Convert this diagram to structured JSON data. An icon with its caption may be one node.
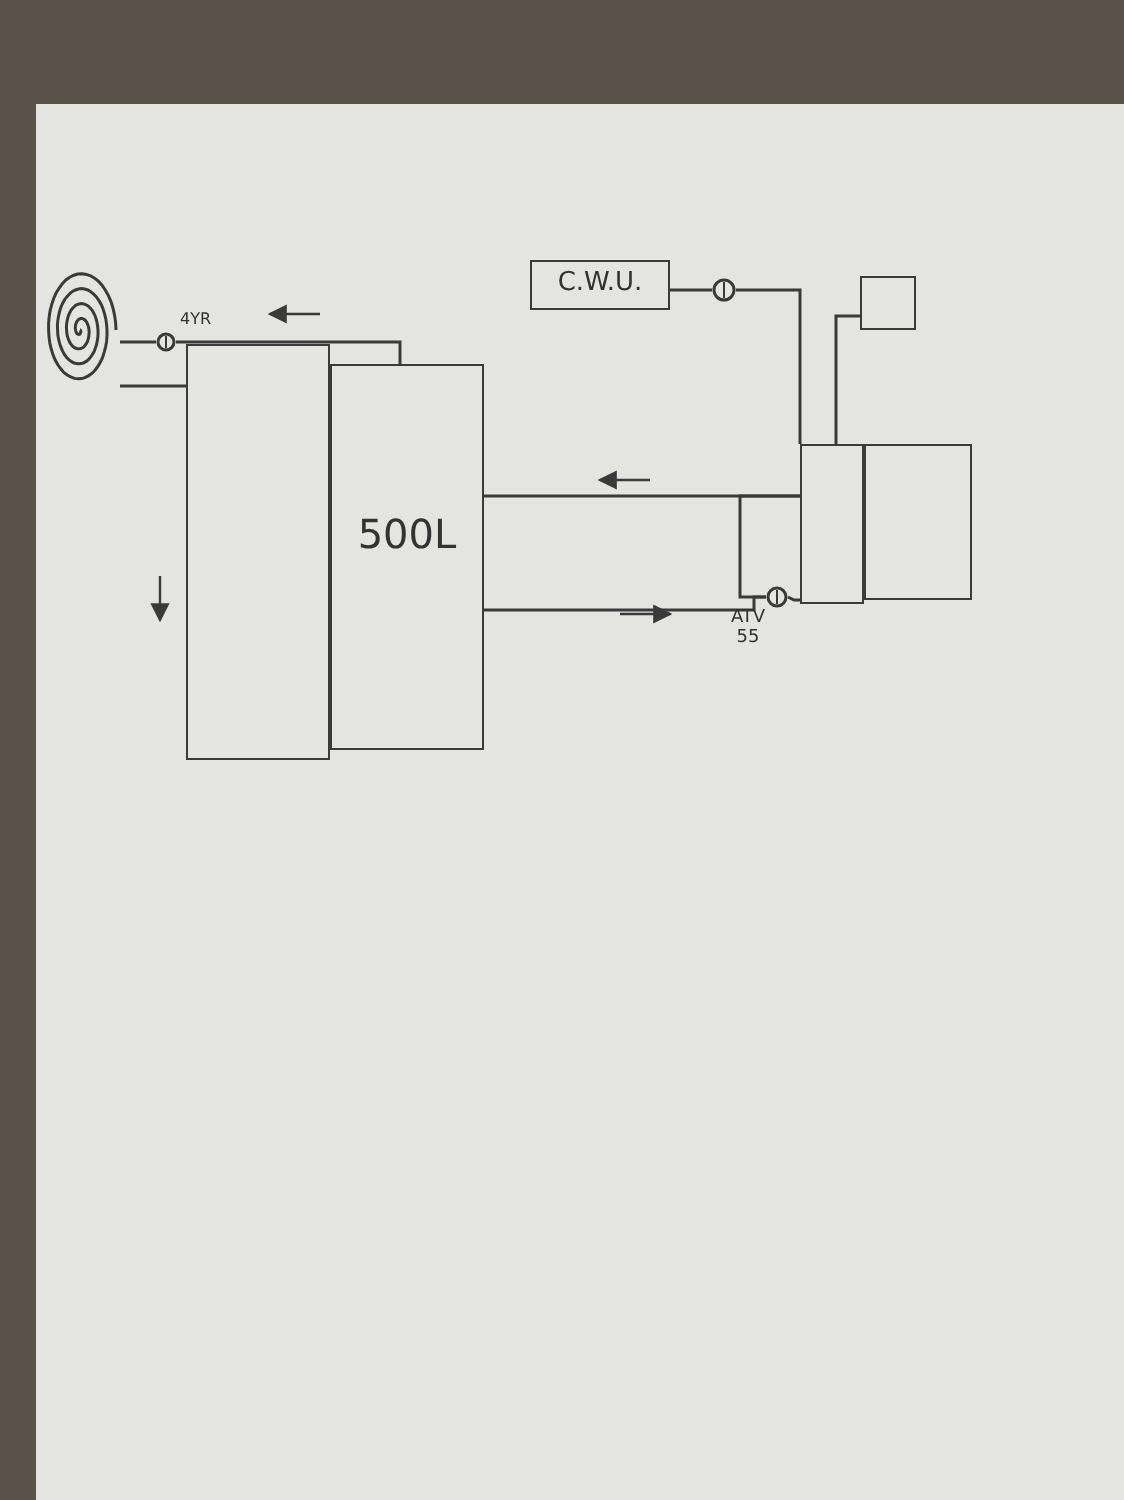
{
  "diagram": {
    "nodes": [
      {
        "text": [],
        "shape": "spiral"
      },
      {
        "text": [],
        "shape": "box"
      },
      {
        "text": [
          "500L"
        ]
      },
      {
        "text": [
          "C.W.U."
        ]
      },
      {
        "text": [],
        "shape": "circle"
      },
      {
        "text": [],
        "shape": "box"
      },
      {
        "text": [],
        "shape": "box"
      },
      {
        "text": [],
        "shape": "box"
      },
      {
        "text": [],
        "shape": "circle",
        "beside": [
          "ATV 55"
        ]
      },
      {
        "text": [],
        "shape": "circle",
        "beside": [
          "4YR"
        ]
      }
    ],
    "edges": [
      {
        "from": 0,
        "to": 9,
        "arrow": "none"
      },
      {
        "from": 9,
        "to": 2,
        "arrow": "none"
      },
      {
        "from": 0,
        "to": 1,
        "arrow": "none"
      },
      {
        "from": 3,
        "to": 4,
        "arrow": "none"
      },
      {
        "from": 4,
        "to": 6,
        "arrow": "none"
      },
      {
        "from": 5,
        "to": 6,
        "arrow": "none"
      },
      {
        "from": 2,
        "to": 6,
        "arrow": "none"
      },
      {
        "from": 2,
        "to": 8,
        "arrow": "none"
      },
      {
        "from": 8,
        "to": 6,
        "arrow": "none"
      },
      {
        "from": 6,
        "to": 8,
        "arrow": "none"
      }
    ]
  }
}
